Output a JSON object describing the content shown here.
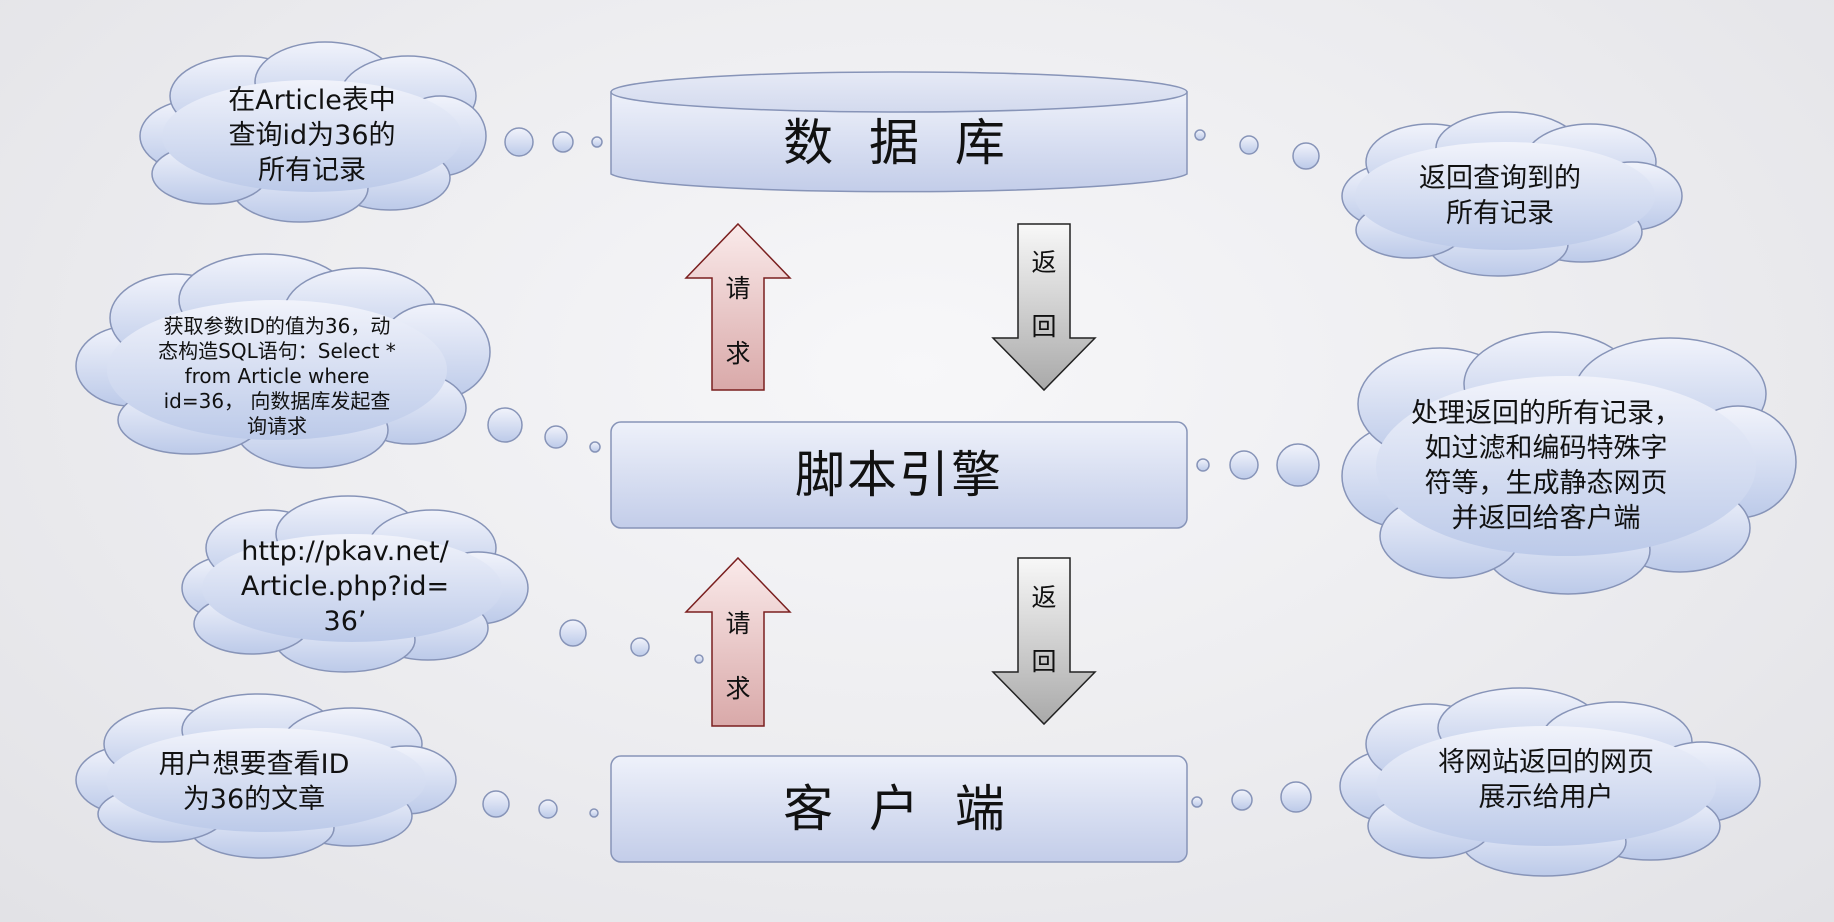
{
  "boxes": {
    "database": "数 据 库",
    "engine": "脚本引擎",
    "client": "客 户 端"
  },
  "arrows": {
    "request_chars": [
      "请",
      "求"
    ],
    "return_chars": [
      "返",
      "回"
    ]
  },
  "clouds": {
    "db_query": [
      "在Article表中",
      "查询id为36的",
      "所有记录"
    ],
    "db_return": [
      "返回查询到的",
      "所有记录"
    ],
    "engine_build": [
      "获取参数ID的值为36，动",
      "态构造SQL语句：Select *",
      "from Article where",
      "id=36， 向数据库发起查",
      "询请求"
    ],
    "engine_process": [
      "处理返回的所有记录，",
      "如过滤和编码特殊字",
      "符等，生成静态网页",
      "并返回给客户端"
    ],
    "url": [
      "http://pkav.net/",
      "Article.php?id=",
      "36’"
    ],
    "user_want": [
      "用户想要查看ID",
      "为36的文章"
    ],
    "show_page": [
      "将网站返回的网页",
      "展示给用户"
    ]
  },
  "colors": {
    "box_top": "#eef1fa",
    "box_bottom": "#c3cde9",
    "box_border": "#8794b8",
    "cloud_top": "#f1f3fb",
    "cloud_bottom": "#bccae9",
    "request_arrow_top": "#faeaea",
    "request_arrow_bottom": "#d9a9a9",
    "request_arrow_border": "#7a1f1f",
    "return_arrow_top": "#f8f8f8",
    "return_arrow_bottom": "#a9a9a9",
    "return_arrow_border": "#222222"
  }
}
